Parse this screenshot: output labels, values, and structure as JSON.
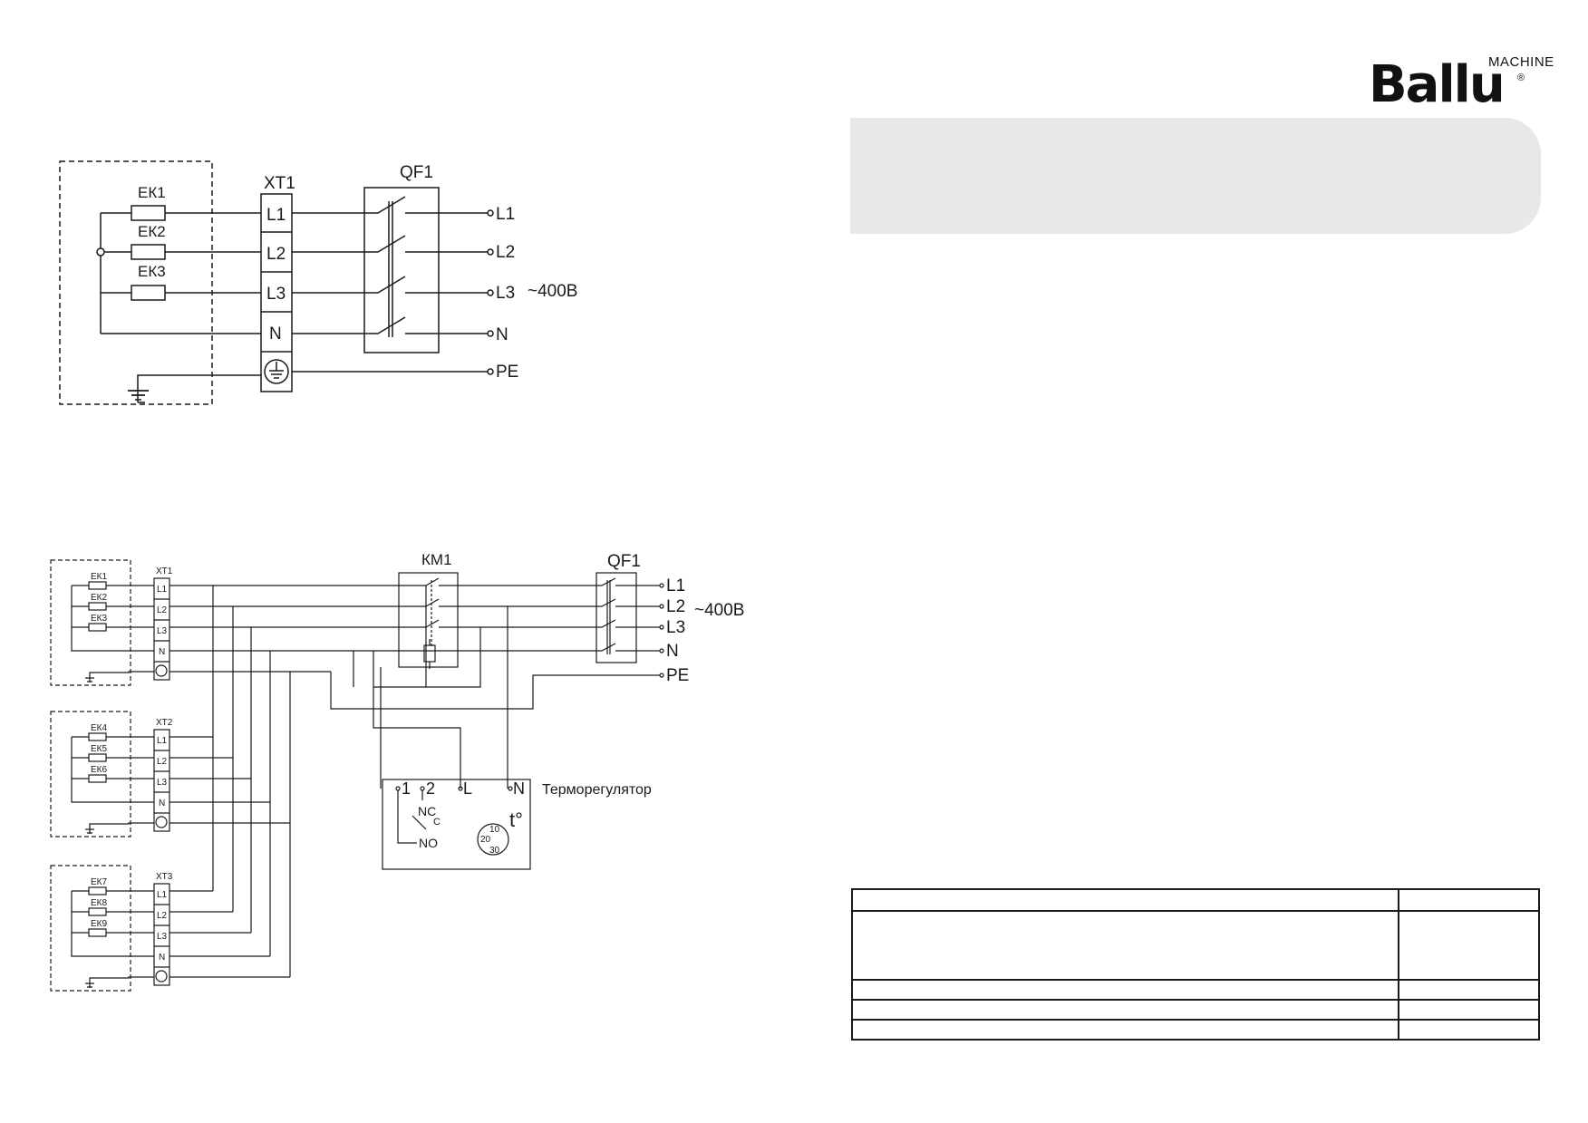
{
  "logo": {
    "brand": "Ballu",
    "sub": "MACHINE",
    "reg": "®"
  },
  "diagram1": {
    "heaters": [
      "ЕК1",
      "ЕК2",
      "ЕК3"
    ],
    "terminal": "ХТ1",
    "terminal_slots": [
      "L1",
      "L2",
      "L3",
      "N"
    ],
    "breaker": "QF1",
    "supply": [
      "L1",
      "L2",
      "L3",
      "N",
      "PE"
    ],
    "voltage": "~400В"
  },
  "diagram2": {
    "contactor": "КМ1",
    "breaker": "QF1",
    "supply": [
      "L1",
      "L2",
      "L3",
      "N",
      "PE"
    ],
    "voltage": "~400В",
    "blocks": [
      {
        "terminal": "ХТ1",
        "heaters": [
          "ЕК1",
          "ЕК2",
          "ЕК3"
        ]
      },
      {
        "terminal": "ХТ2",
        "heaters": [
          "ЕК4",
          "ЕК5",
          "ЕК6"
        ]
      },
      {
        "terminal": "ХТ3",
        "heaters": [
          "ЕК7",
          "ЕК8",
          "ЕК9"
        ]
      }
    ],
    "terminal_slots": [
      "L1",
      "L2",
      "L3",
      "N"
    ],
    "thermostat": {
      "label": "Терморегулятор",
      "pins": [
        "1",
        "2",
        "L",
        "N"
      ],
      "nc": "NC",
      "c": "С",
      "no": "NO",
      "temp_symbol": "t°",
      "dial": [
        "10",
        "20",
        "30"
      ]
    }
  },
  "table": {
    "rows": 5
  }
}
